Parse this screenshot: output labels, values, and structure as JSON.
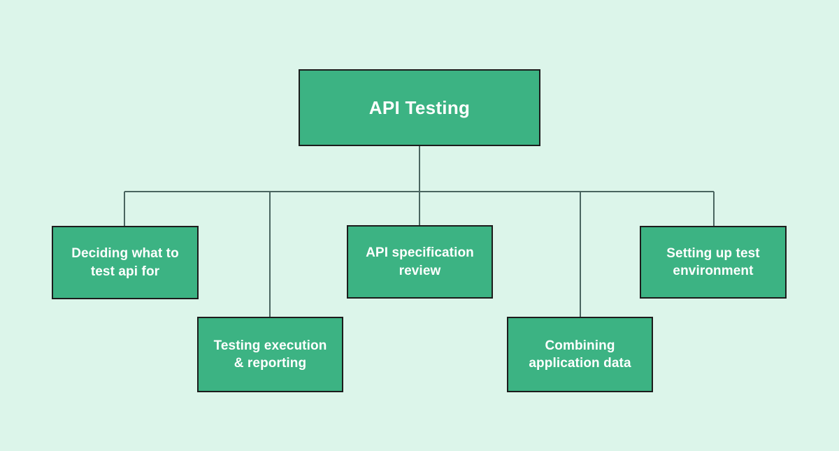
{
  "diagram": {
    "title": "API Testing",
    "type": "tree-hierarchy",
    "background_color": "#dcf5ea",
    "node_fill_color": "#3cb383",
    "node_border_color": "#1c1c1c",
    "node_text_color": "#ffffff",
    "connector_color": "#4a6560",
    "root": {
      "label": "API Testing"
    },
    "children": [
      {
        "id": "c1",
        "label": "Deciding what to\ntest api for"
      },
      {
        "id": "c2",
        "label": "Testing execution\n& reporting"
      },
      {
        "id": "c3",
        "label": "API specification\nreview"
      },
      {
        "id": "c4",
        "label": "Combining\napplication data"
      },
      {
        "id": "c5",
        "label": "Setting up test\nenvironment"
      }
    ]
  }
}
